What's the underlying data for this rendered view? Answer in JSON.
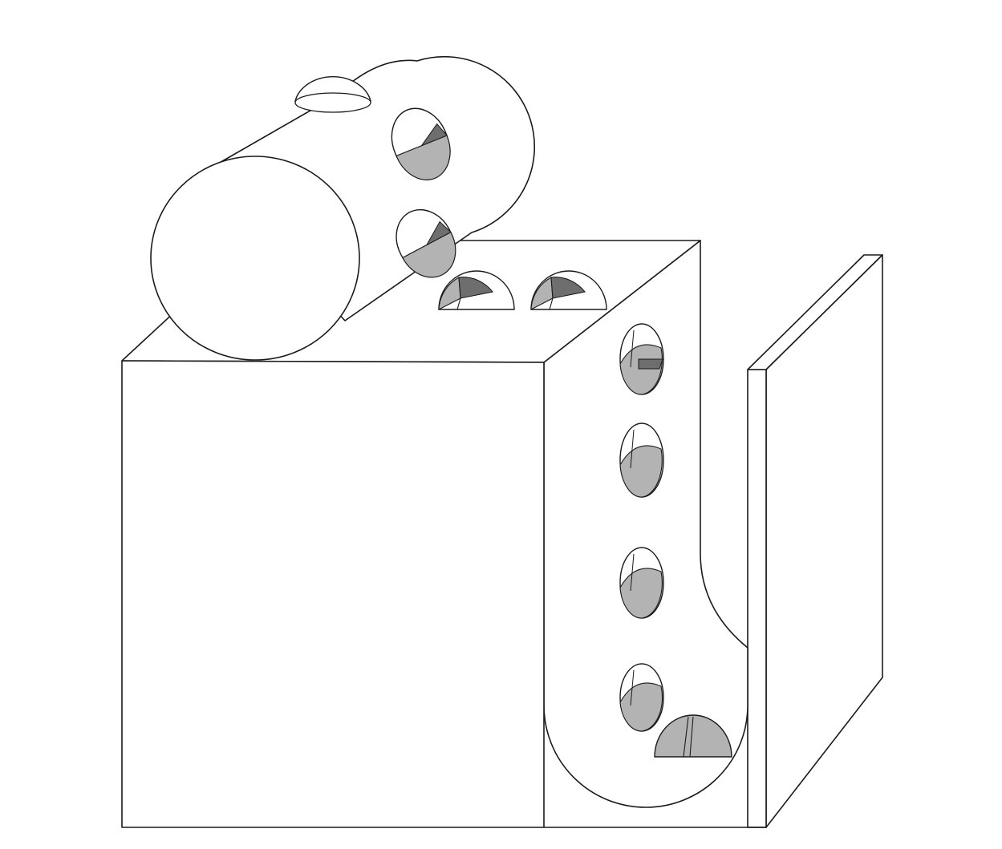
{
  "figure": {
    "colors": {
      "outline": "#1a1a1a",
      "surface": "#ffffff",
      "shade_light": "#b3b3b3",
      "shade_dark": "#6e6e6e"
    },
    "objects": [
      "cylinder",
      "block",
      "u-shaped-channel",
      "wall-panel",
      "hemispherical-bumps"
    ]
  }
}
